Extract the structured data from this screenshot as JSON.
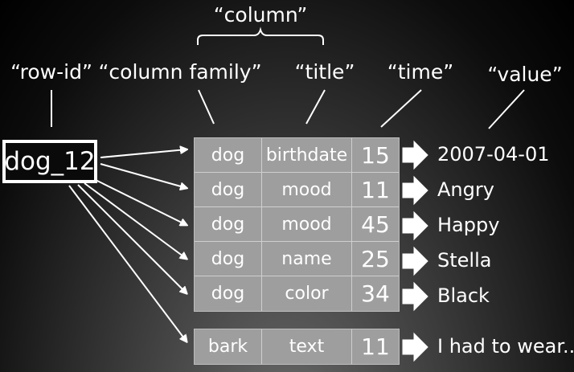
{
  "labels": {
    "column": "“column”",
    "row_id": "“row-id”",
    "column_family": "“column family”",
    "title": "“title”",
    "time": "“time”",
    "value": "“value”"
  },
  "row_key": "dog_12",
  "cells": [
    {
      "family": "dog",
      "qualifier": "birthdate",
      "time": "15",
      "value": "2007-04-01"
    },
    {
      "family": "dog",
      "qualifier": "mood",
      "time": "11",
      "value": "Angry"
    },
    {
      "family": "dog",
      "qualifier": "mood",
      "time": "45",
      "value": "Happy"
    },
    {
      "family": "dog",
      "qualifier": "name",
      "time": "25",
      "value": "Stella"
    },
    {
      "family": "dog",
      "qualifier": "color",
      "time": "34",
      "value": "Black"
    },
    {
      "family": "bark",
      "qualifier": "text",
      "time": "11",
      "value": "I had to wear..."
    }
  ],
  "colors": {
    "background": "#000000",
    "cell": "#9e9e9e",
    "line": "#ffffff"
  }
}
